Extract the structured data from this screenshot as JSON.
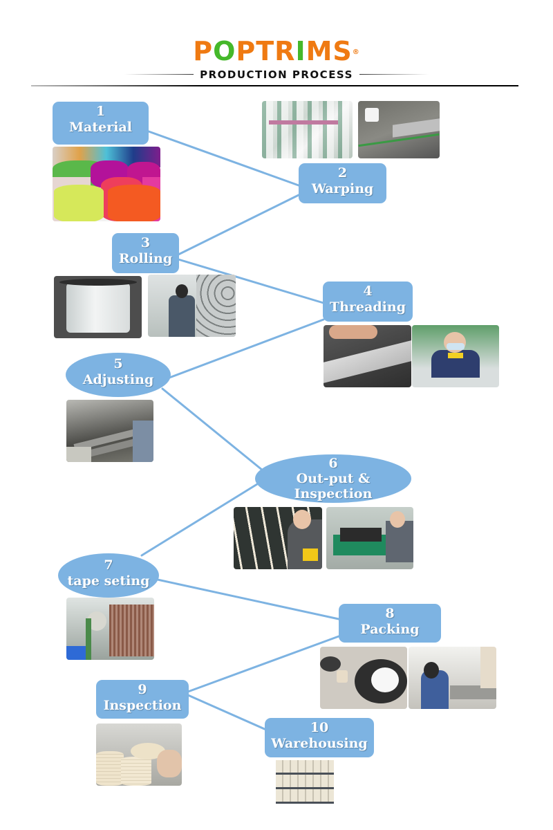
{
  "header": {
    "brand": "POPTRIMS",
    "brand_mark": "®",
    "subtitle": "PRODUCTION PROCESS"
  },
  "colors": {
    "brand_orange": "#ef7a12",
    "brand_green": "#45b82a",
    "node_blue": "#7db3e2",
    "connector_blue": "#7db3e2"
  },
  "steps": [
    {
      "number": "1",
      "label": "Material",
      "shape": "rounded-box",
      "photos": [
        "colorful-yarn-cones"
      ]
    },
    {
      "number": "2",
      "label": "Warping",
      "shape": "rounded-box",
      "photos": [
        "warping-creel-spools",
        "warping-machine"
      ]
    },
    {
      "number": "3",
      "label": "Rolling",
      "shape": "rounded-box",
      "photos": [
        "white-yarn-beam",
        "worker-at-beam-rack"
      ]
    },
    {
      "number": "4",
      "label": "Threading",
      "shape": "rounded-box",
      "photos": [
        "threading-hands-closeup",
        "worker-threading"
      ]
    },
    {
      "number": "5",
      "label": "Adjusting",
      "shape": "oval",
      "photos": [
        "adjusting-loom"
      ]
    },
    {
      "number": "6",
      "label": "Out-put & Inspection",
      "label_line1": "Out-put &",
      "label_line2": "Inspection",
      "shape": "oval",
      "photos": [
        "worker-inspecting-tapes",
        "worker-at-loom"
      ]
    },
    {
      "number": "7",
      "label": "tape seting",
      "shape": "oval",
      "photos": [
        "tape-setting-machine"
      ]
    },
    {
      "number": "8",
      "label": "Packing",
      "shape": "rounded-box",
      "photos": [
        "tape-winding-disc",
        "worker-packing-rolls"
      ]
    },
    {
      "number": "9",
      "label": "Inspection",
      "shape": "rounded-box",
      "photos": [
        "stacked-tape-rolls"
      ]
    },
    {
      "number": "10",
      "label": "Warehousing",
      "shape": "rounded-box",
      "photos": [
        "warehouse-shelves"
      ]
    }
  ]
}
